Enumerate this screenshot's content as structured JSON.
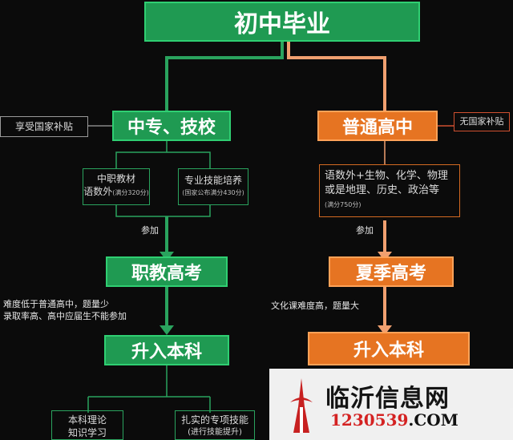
{
  "top": {
    "title": "初中毕业"
  },
  "left": {
    "school": "中专、技校",
    "side_note": "享受国家补贴",
    "track1": {
      "line1": "中职教材",
      "line2": "语数外",
      "score": "(满分320分)"
    },
    "track2": {
      "line1": "专业技能培养",
      "score": "(国家公布满分430分)"
    },
    "join": "参加",
    "exam": "职教高考",
    "exam_note_line1": "难度低于普通高中，题量少",
    "exam_note_line2": "录取率高、高中应届生不能参加",
    "upgrade": "升入本科",
    "out1": {
      "line1": "本科理论",
      "line2": "知识学习"
    },
    "out2": {
      "line1": "扎实的专项技能",
      "line2": "(进行技能提升)"
    }
  },
  "right": {
    "school": "普通高中",
    "side_note": "无国家补贴",
    "subjects_line1": "语数外+生物、化学、物理",
    "subjects_line2": "或是地理、历史、政治等",
    "subjects_score": "(满分750分)",
    "join": "参加",
    "exam": "夏季高考",
    "exam_note": "文化课难度高，题量大",
    "upgrade": "升入本科"
  },
  "watermark": {
    "site_name": "临沂信息网",
    "domain_part1": "1230539",
    "domain_part2": ".COM"
  },
  "colors": {
    "green": "#1f9a52",
    "orange": "#e67422",
    "background": "#0b0b0b"
  }
}
